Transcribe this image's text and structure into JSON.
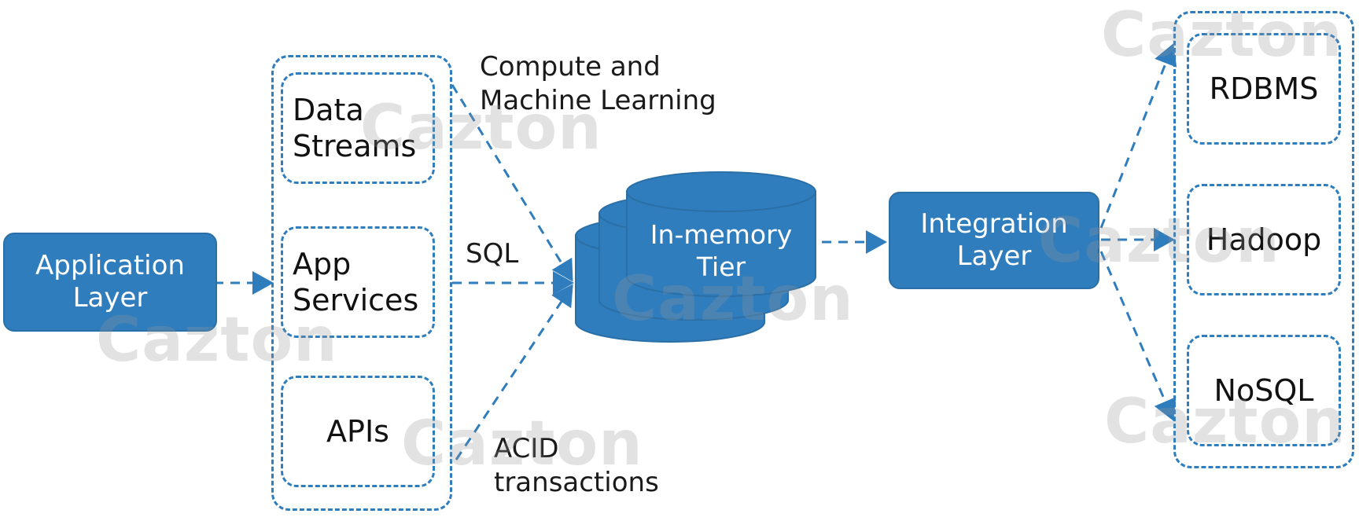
{
  "application_layer": "Application\nLayer",
  "data_sources": [
    "Data\nStreams",
    "App\nServices",
    "APIs"
  ],
  "connections": {
    "compute": "Compute and\nMachine Learning",
    "sql": "SQL",
    "acid": "ACID\ntransactions"
  },
  "in_memory_tier": "In-memory\nTier",
  "integration_layer": "Integration\nLayer",
  "stores": [
    "RDBMS",
    "Hadoop",
    "NoSQL"
  ],
  "watermark": "Cazton",
  "colors": {
    "primary": "#2f7dbd",
    "db_dark": "#2a6fa6",
    "watermark": "#c8c8c8"
  },
  "icons": [
    "database-cylinders-icon",
    "dashed-arrow-icon"
  ]
}
